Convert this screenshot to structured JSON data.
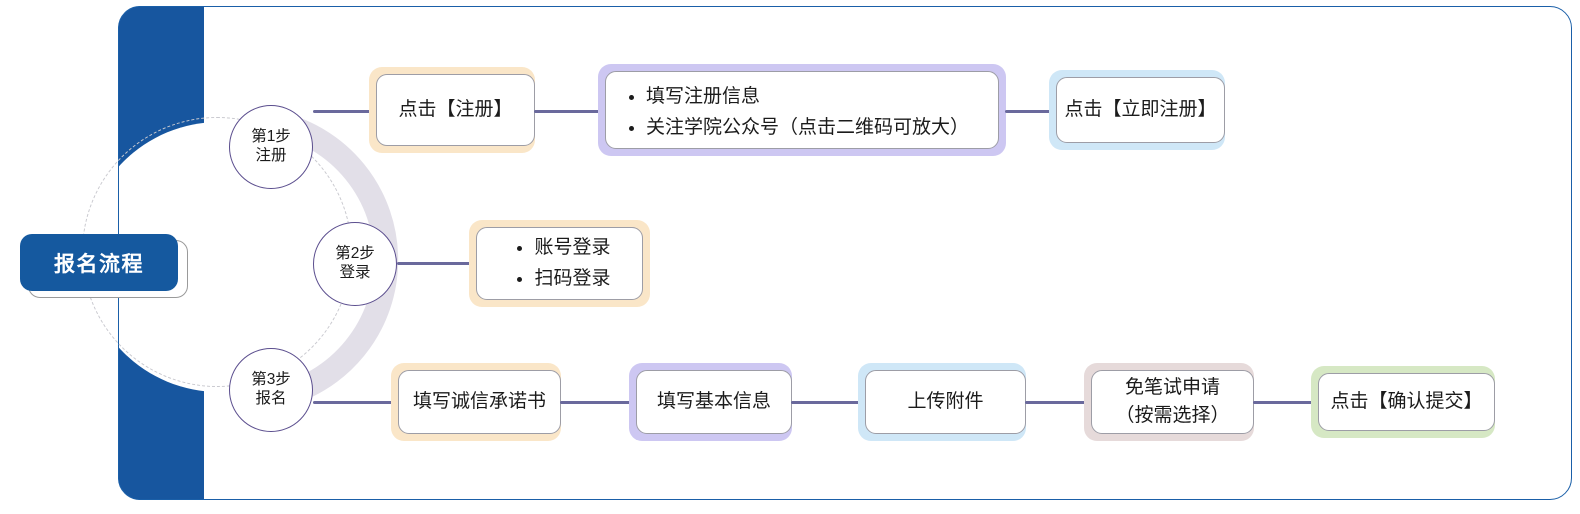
{
  "diagram": {
    "title": "报名流程",
    "root": {
      "label": "报名流程"
    },
    "steps": [
      {
        "num": "第1步",
        "name": "注册"
      },
      {
        "num": "第2步",
        "name": "登录"
      },
      {
        "num": "第3步",
        "name": "报名"
      }
    ],
    "branches": {
      "step1": [
        {
          "label": "点击【注册】",
          "accent": "#fae6c8",
          "type": "text"
        },
        {
          "label": "",
          "accent": "#cdc7f2",
          "type": "bullets",
          "items": [
            "填写注册信息",
            "关注学院公众号（点击二维码可放大）"
          ]
        },
        {
          "label": "点击【立即注册】",
          "accent": "#cfe7f7",
          "type": "text"
        }
      ],
      "step2": [
        {
          "label": "",
          "accent": "#fae6c8",
          "type": "bullets",
          "items": [
            "账号登录",
            "扫码登录"
          ]
        }
      ],
      "step3": [
        {
          "label": "填写诚信承诺书",
          "accent": "#fae6c8",
          "type": "text"
        },
        {
          "label": "填写基本信息",
          "accent": "#cdc7f2",
          "type": "text"
        },
        {
          "label": "上传附件",
          "accent": "#cfe7f7",
          "type": "text"
        },
        {
          "label": "免笔试申请\n（按需选择）",
          "accent": "#e6dada",
          "type": "text2",
          "line1": "免笔试申请",
          "line2": "（按需选择）"
        },
        {
          "label": "点击【确认提交】",
          "accent": "#d6e8c4",
          "type": "text"
        }
      ]
    },
    "colors": {
      "frame_border": "#1a5fa8",
      "left_bar": "#17569f",
      "root_fill": "#15599f",
      "root_text": "#ffffff",
      "connector": "#6a699c",
      "step_ring": "#5b4e8e",
      "arc": "#e2dfe8",
      "dashed_circle": "#c9c9cf"
    }
  }
}
